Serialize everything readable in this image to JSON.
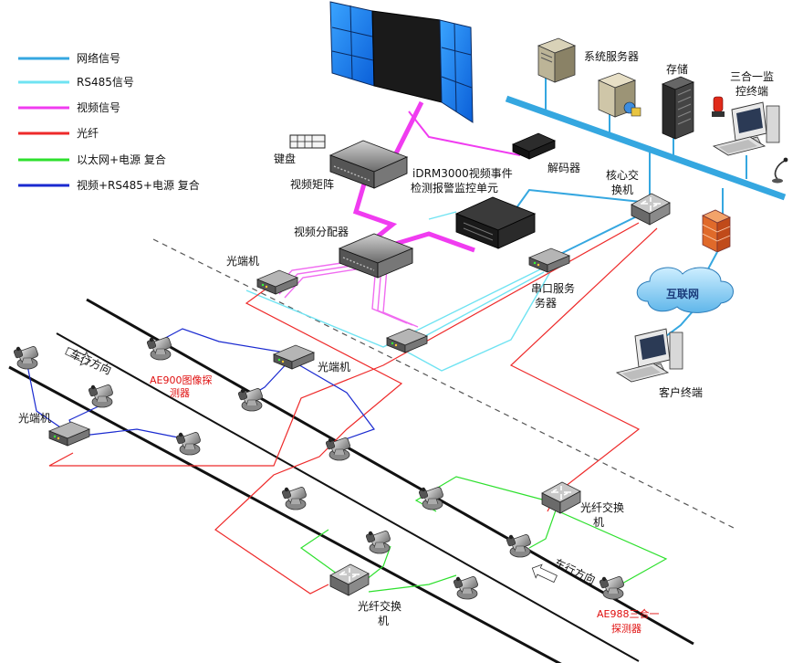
{
  "legend": {
    "items": [
      {
        "label": "网络信号",
        "color": "#35a7e0"
      },
      {
        "label": "RS485信号",
        "color": "#6fe3f2"
      },
      {
        "label": "视频信号",
        "color": "#f03cf0"
      },
      {
        "label": "光纤",
        "color": "#ee2a2a"
      },
      {
        "label": "以太网+电源 复合",
        "color": "#2ee02e"
      },
      {
        "label": "视频+RS485+电源 复合",
        "color": "#1a2ad0"
      }
    ]
  },
  "labels": {
    "system_server": "系统服务器",
    "storage": "存储",
    "monitor_terminal_1": "三合一监",
    "monitor_terminal_2": "控终端",
    "decoder": "解码器",
    "keyboard": "键盘",
    "video_matrix": "视频矩阵",
    "idrm_1": "iDRM3000视频事件",
    "idrm_2": "检测报警监控单元",
    "core_switch_1": "核心交",
    "core_switch_2": "换机",
    "video_distributor": "视频分配器",
    "optical_terminal_top": "光端机",
    "serial_server_1": "串口服务",
    "serial_server_2": "务器",
    "internet": "互联网",
    "client_terminal": "客户终端",
    "traffic_direction_left": "车行方向",
    "traffic_direction_right": "车行方向",
    "optical_terminal_mid": "光端机",
    "optical_terminal_left": "光端机",
    "ae900_1": "AE900图像探",
    "ae900_2": "测器",
    "fiber_switch_right_1": "光纤交换",
    "fiber_switch_right_2": "机",
    "fiber_switch_bottom_1": "光纤交换",
    "fiber_switch_bottom_2": "机",
    "ae988_1": "AE988三合一",
    "ae988_2": "探测器"
  }
}
